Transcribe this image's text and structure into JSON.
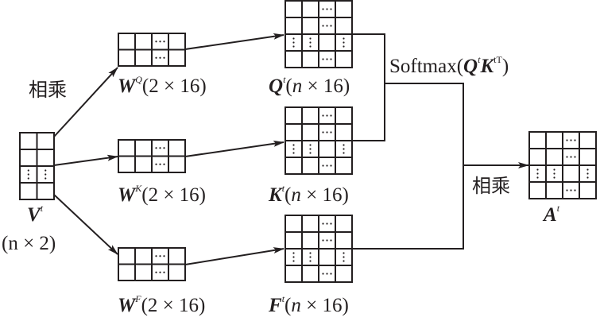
{
  "colors": {
    "ink": "#231f20",
    "background": "#ffffff"
  },
  "multiply_label": "相乘",
  "matrices": {
    "V": {
      "symbol": "V",
      "sup": "t",
      "dims": "(n × 2)",
      "dims_n": "n",
      "dims_rest": " × 2)",
      "dims_open": "("
    },
    "WQ": {
      "symbol": "W",
      "sup": "Q",
      "dims": "(2 × 16)"
    },
    "WK": {
      "symbol": "W",
      "sup": "K",
      "dims": "(2 × 16)"
    },
    "WF": {
      "symbol": "W",
      "sup": "F",
      "dims": "(2 × 16)"
    },
    "Q": {
      "symbol": "Q",
      "sup": "t",
      "dims_open": "(",
      "dims_n": "n",
      "dims_rest": " × 16)"
    },
    "K": {
      "symbol": "K",
      "sup": "t",
      "dims_open": "(",
      "dims_n": "n",
      "dims_rest": " × 16)"
    },
    "F": {
      "symbol": "F",
      "sup": "t",
      "dims_open": "(",
      "dims_n": "n",
      "dims_rest": " × 16)"
    },
    "A": {
      "symbol": "A",
      "sup": "t"
    }
  },
  "softmax": {
    "prefix": "Softmax(",
    "q": "Q",
    "q_sup": "t",
    "k": "K",
    "k_sup": "tT",
    "suffix": ")"
  }
}
